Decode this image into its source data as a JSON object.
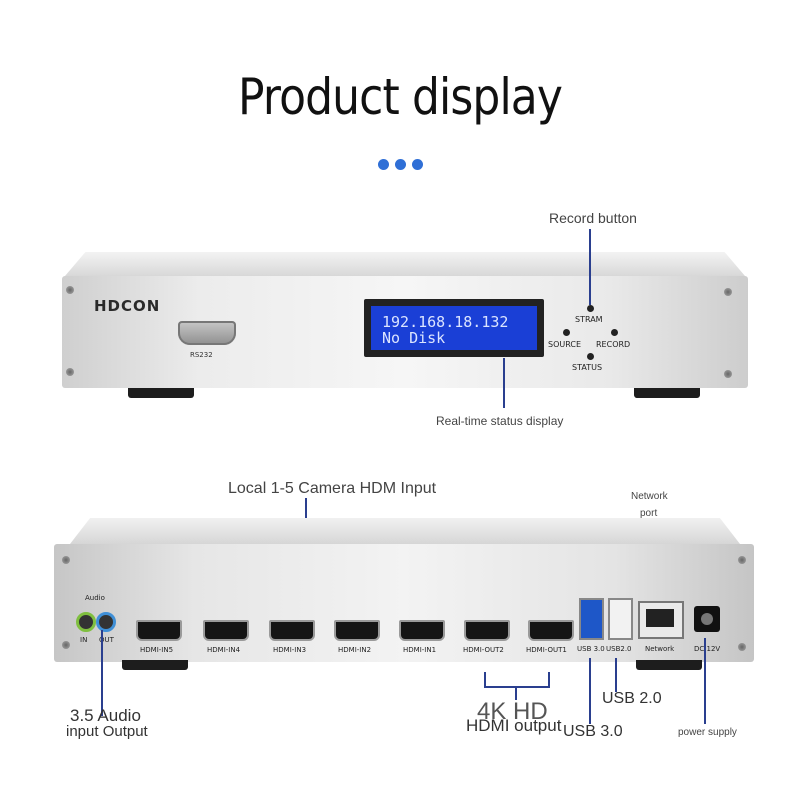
{
  "title": "Product display",
  "accent_color": "#2f6fd6",
  "front": {
    "brand": "HDCON",
    "serial_label": "RS232",
    "lcd_line1": "192.168.18.132",
    "lcd_line2": "No Disk",
    "buttons": {
      "stram": "STRAM",
      "source": "SOURCE",
      "record": "RECORD",
      "status": "STATUS"
    },
    "callout_record": "Record button",
    "callout_display": "Real-time status display"
  },
  "rear": {
    "audio_label": "Audio",
    "audio_in": "IN",
    "audio_out": "OUT",
    "hdmi_inputs": [
      "HDMI-IN5",
      "HDMI-IN4",
      "HDMI-IN3",
      "HDMI-IN2",
      "HDMI-IN1"
    ],
    "hdmi_outputs": [
      "HDMI-OUT2",
      "HDMI-OUT1"
    ],
    "usb3_label": "USB 3.0",
    "usb2_label": "USB2.0",
    "network_label": "Network",
    "dc_label": "DC 12V",
    "callout_inputs": "Local 1-5 Camera HDM Input",
    "callout_network_1": "Network",
    "callout_network_2": "port",
    "callout_audio_1": "3.5 Audio",
    "callout_audio_2": "input Output",
    "callout_4k_1": "4K HD",
    "callout_4k_2": "HDMI output",
    "callout_usb3": "USB 3.0",
    "callout_usb2": "USB 2.0",
    "callout_power": "power supply"
  }
}
